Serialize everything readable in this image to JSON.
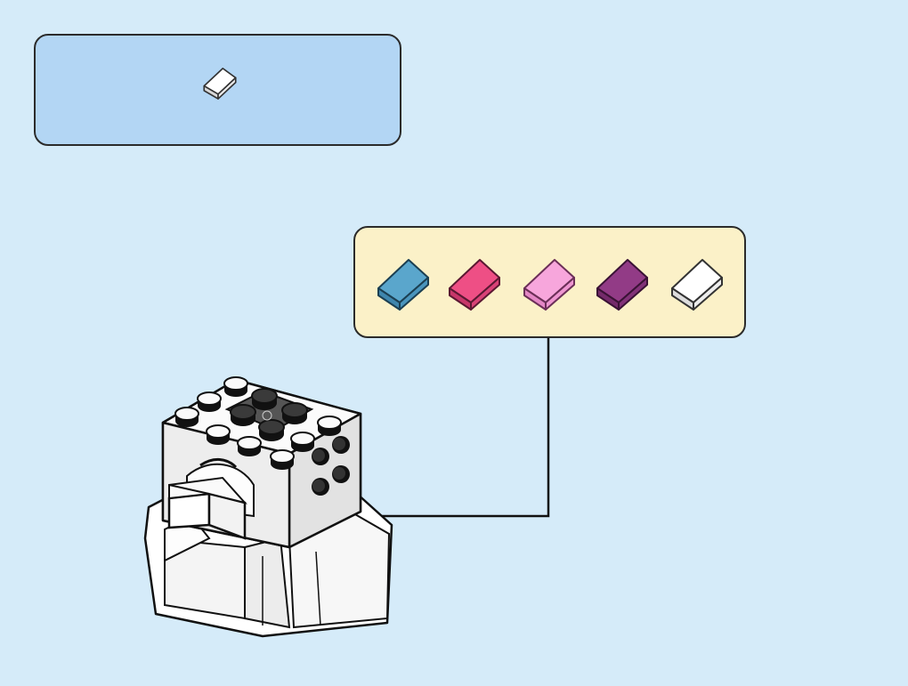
{
  "parts_box": {
    "part_icon": "white-slope-brick-icon",
    "part_color": "#f2f2f2"
  },
  "color_options": {
    "swatches": [
      {
        "name": "medium-azure",
        "color": "#5aa6cc"
      },
      {
        "name": "dark-pink",
        "color": "#ee4f85"
      },
      {
        "name": "bright-pink",
        "color": "#f7a6dc"
      },
      {
        "name": "magenta",
        "color": "#923b86"
      },
      {
        "name": "white",
        "color": "#ffffff"
      }
    ]
  },
  "colors": {
    "background": "#d5ebf9",
    "parts_box_fill": "#b3d6f4",
    "color_box_fill": "#fbf1c8",
    "outline": "#2b2b2b"
  }
}
